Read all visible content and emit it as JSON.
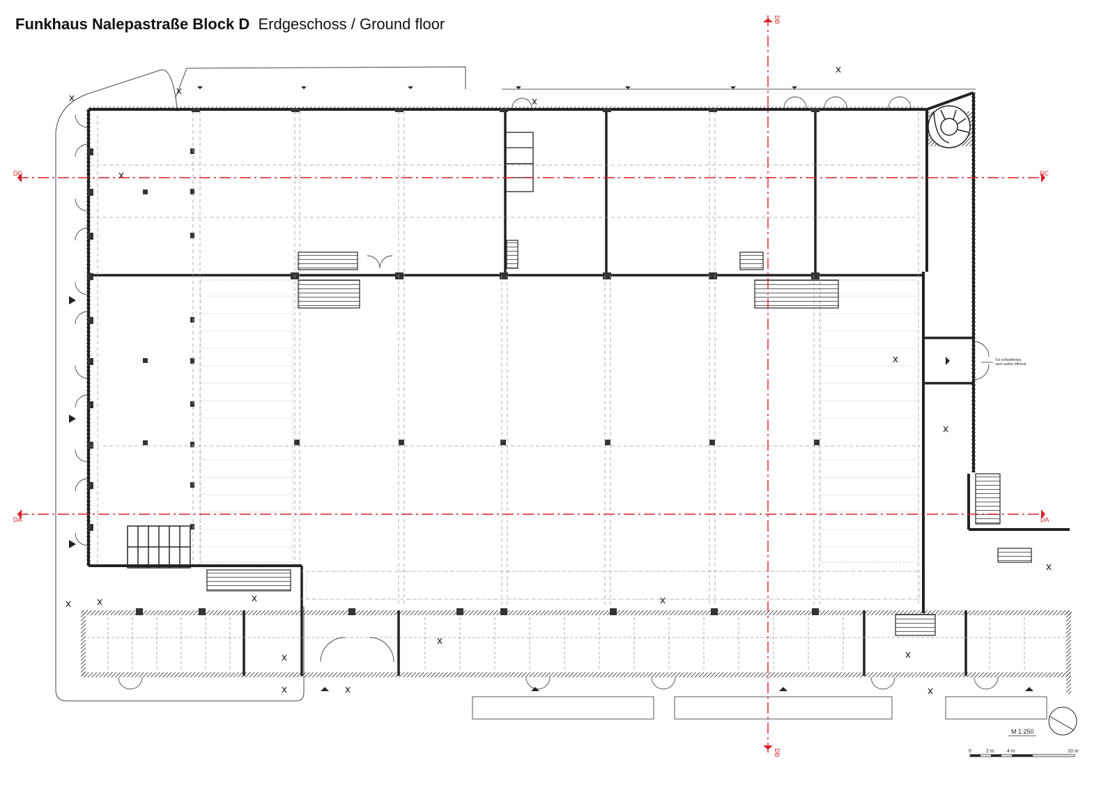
{
  "header": {
    "title": "Funkhaus Nalepastraße Block D",
    "subtitle": "Erdgeschoss / Ground floor"
  },
  "sections": {
    "dc_left": "DC",
    "dc_right": "DC",
    "da_left": "DA",
    "da_right": "DA",
    "db_top": "DB",
    "db_bottom": "DB"
  },
  "notes": {
    "door_note_1": "Tür schwellenlos,",
    "door_note_2": "nach außen öffnend"
  },
  "scale": {
    "label": "M 1:250",
    "tick_0": "0",
    "tick_2": "2 m",
    "tick_4": "4 m",
    "tick_10": "10 m"
  },
  "colors": {
    "wall": "#222222",
    "section_line": "#d81f26",
    "grid": "#9a9a9a"
  }
}
